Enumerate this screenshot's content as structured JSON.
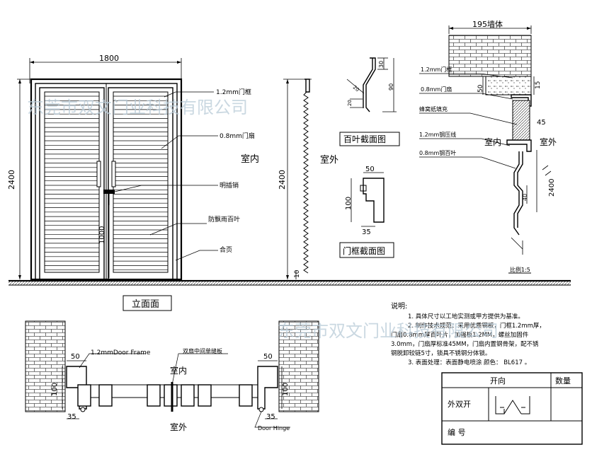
{
  "elevation": {
    "width_dim": "1800",
    "height_dim": "2400",
    "handle_dim": "1000",
    "caption": "立面面",
    "labels": {
      "frame": "1.2mm门框",
      "leaf": "0.8mm门扇",
      "bolt": "明插销",
      "louver": "防飘雨百叶",
      "hinge": "合页",
      "indoor": "室内"
    }
  },
  "side_view": {
    "height_dim": "2400",
    "bottom_dim": "10",
    "outdoor": "室外"
  },
  "louver_section": {
    "caption": "百叶截面图",
    "dims": [
      "30",
      "90",
      "20",
      "20"
    ]
  },
  "frame_section": {
    "caption": "门框截面图",
    "dims": {
      "top": "50",
      "side": "100",
      "bottom": "35"
    }
  },
  "wall_section": {
    "wall_dim": "195墙体",
    "dim_50": "50",
    "dim_15": "15",
    "dim_45": "45",
    "dim_2400": "2400",
    "dim_40": "40",
    "indoor": "室内",
    "outdoor": "室外",
    "scale": "比例1:5",
    "labels": {
      "frame": "1.2mm门框",
      "leaf": "0.8mm门扇",
      "honeycomb": "蜂窝纸填充",
      "press_line": "1.2mm钢压线",
      "louver": "0.8mm钢百叶"
    }
  },
  "plan": {
    "frame_label": "1.2mmDoor Frame",
    "center_label": "双扇中间单缝板",
    "hinge_label": "Door Hinge",
    "indoor": "室内",
    "outdoor": "室外",
    "dims": {
      "d50_left": "50",
      "d100_left": "100",
      "d35_left": "35",
      "d50_right": "50",
      "d100_right": "100",
      "d35_right": "35"
    }
  },
  "notes": {
    "title": "说明:",
    "lines": [
      "1. 具体尺寸以工地实测或甲方提供为基准。",
      "2. 制作技术规范：采用优质钢板，门框1.2mm厚，",
      "门扇0.8mm厚百叶片，加强板1.2MM，螺丝加固件",
      "3.0mm，门扇厚标准45MM，门扇内置钢骨架，配不锈",
      "钢脱卸较链5寸，锁具不锈钢分体锁。",
      "3. 表面处理：表面静电喷涂   颜色： BL617 。"
    ]
  },
  "table": {
    "h_open": "开向",
    "h_qty": "数量",
    "row_value": "外双开",
    "code_label": "编  号"
  },
  "watermarks": [
    "东莞市双文门业科技有限公司",
    "东莞市双文门业科技有限公司"
  ]
}
